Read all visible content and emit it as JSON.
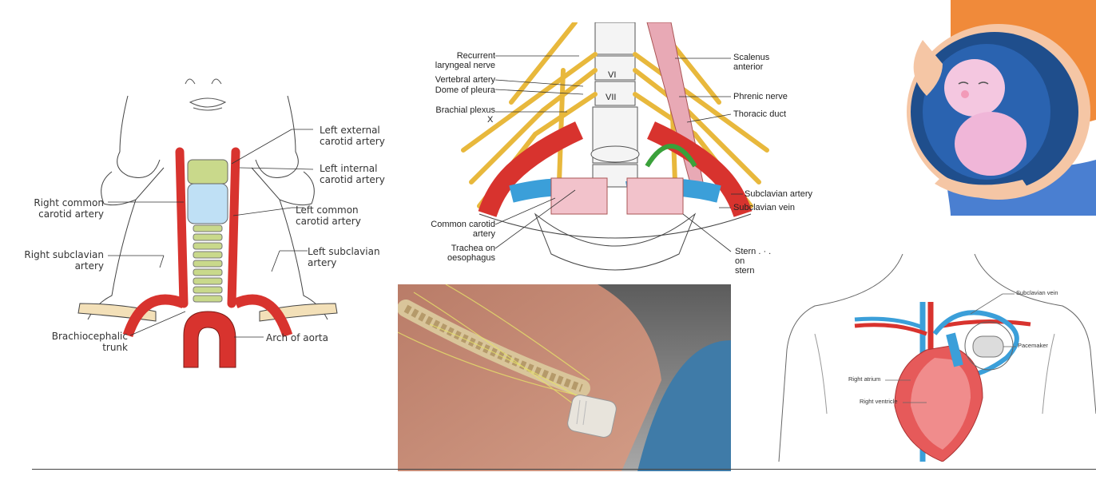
{
  "panel_carotid": {
    "labels": {
      "left_external": [
        "Left external",
        "carotid artery"
      ],
      "left_internal": [
        "Left internal",
        "carotid artery"
      ],
      "right_common": [
        "Right common",
        "carotid artery"
      ],
      "left_common": [
        "Left common",
        "carotid artery"
      ],
      "right_subclavian": [
        "Right subclavian",
        "artery"
      ],
      "left_subclavian": [
        "Left subclavian",
        "artery"
      ],
      "brachiocephalic": [
        "Brachiocephalic",
        "trunk"
      ],
      "arch": "Arch of aorta"
    }
  },
  "panel_thoracic_inlet": {
    "labels": {
      "recurrent": [
        "Recurrent",
        "laryngeal nerve"
      ],
      "vertebral": "Vertebral artery",
      "dome": "Dome of pleura",
      "brachial": "Brachial plexus",
      "x": "X",
      "vi": "VI",
      "vii": "VII",
      "scalenus": [
        "Scalenus",
        "anterior"
      ],
      "phrenic": "Phrenic nerve",
      "thoracic_duct": "Thoracic duct",
      "subclavian_artery": "Subclavian artery",
      "subclavian_vein": "Subclavian vein",
      "common_carotid": [
        "Common carotid",
        "artery"
      ],
      "trachea": [
        "Trachea on",
        "oesophagus"
      ],
      "sterno": [
        "Stern   .  ·  .",
        "on",
        "stern"
      ]
    }
  },
  "panel_pacemaker": {
    "labels": {
      "subclavian_vein": "Subclavian vein",
      "pacemaker": "Pacemaker",
      "right_atrium": "Right atrium",
      "right_ventricle": "Right ventricle"
    }
  },
  "colors": {
    "artery_red": "#d8332e",
    "vein_blue": "#3b9fd9",
    "nerve_yellow": "#e8b83c",
    "muscle_pink": "#e8a9b5",
    "belly_orange": "#f08a3a"
  }
}
